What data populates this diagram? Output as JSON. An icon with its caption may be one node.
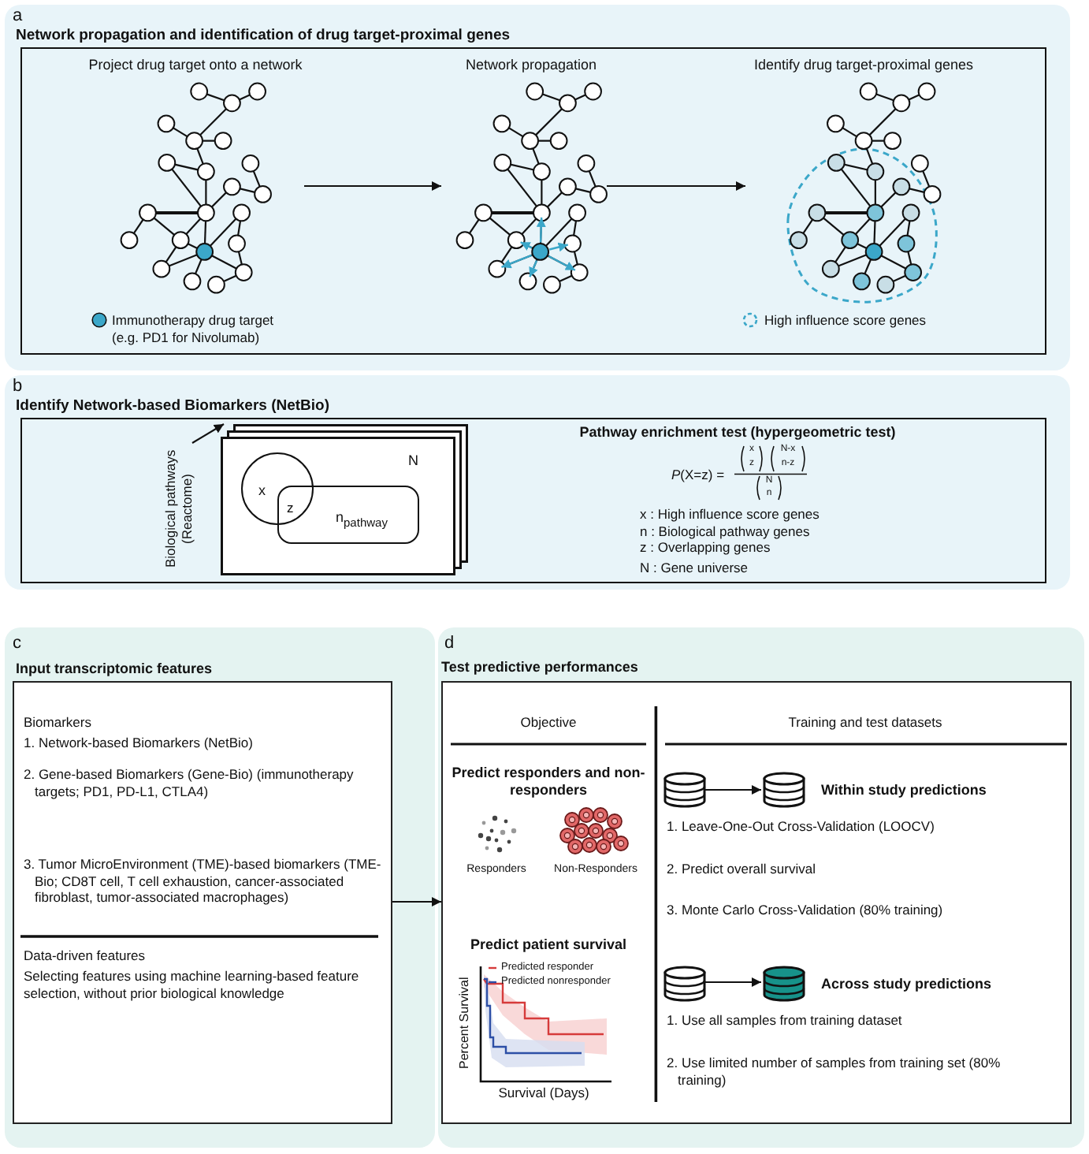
{
  "diagram": {
    "nodes": [
      {
        "text": [
          "a",
          "Network propagation and identification of drug target-proximal genes"
        ]
      },
      {
        "text": [
          "Project drug target onto a network"
        ],
        "in": 0
      },
      {
        "text": [
          "Network propagation"
        ],
        "in": 0
      },
      {
        "text": [
          "Identify drug target-proximal genes"
        ],
        "in": 0
      },
      {
        "text": [
          "b",
          "Identify Network-based Biomarkers (NetBio)"
        ]
      },
      {
        "text": [
          "N"
        ],
        "in": 4
      },
      {
        "text": [
          "x"
        ],
        "in": 5
      },
      {
        "text": [
          "n$_{pathway}$"
        ],
        "in": 5
      },
      {
        "text": [
          "Biological pathways (Reactome)"
        ],
        "in": 4
      },
      {
        "text": [
          "c",
          "Input transcriptomic features"
        ]
      },
      {
        "text": [
          "Biomarkers",
          "1. Network-based Biomarkers (NetBio)",
          "2. Gene-based Biomarkers (Gene-Bio) (immunotherapy targets; PD1, PD-L1, CTLA4)",
          "3. Tumor MicroEnvironment (TME)-based biomarkers (TME-Bio; CD8T cell, T cell exhaustion, cancer-associated fibroblast, tumor-associated macrophages)",
          "Data-driven features",
          "Selecting features using machine learning-based feature selection, without prior biological knowledge"
        ],
        "in": 9
      },
      {
        "text": [
          "d",
          "Test predictive performances"
        ]
      },
      {
        "text": [
          "Objective",
          "Predict responders and non-responders",
          "Predict patient survival",
          "Training and test datasets",
          "Within study predictions",
          "1. Leave-One-Out Cross-Validation (LOOCV)",
          "2. Predict overall survival",
          "3. Monte Carlo Cross-Validation (80% training)",
          "Across study predictions",
          "1. Use all samples from training dataset",
          "2. Use limited number of samples from training set (80% training)"
        ],
        "in": 11
      },
      {
        "text": [],
        "shape": "cylinder",
        "in": 12
      },
      {
        "text": [],
        "shape": "cylinder",
        "in": 12
      },
      {
        "text": [],
        "shape": "cylinder",
        "in": 12
      },
      {
        "text": [],
        "shape": "cylinder",
        "in": 12
      }
    ],
    "edges": [
      {
        "from": 1,
        "to": 2,
        "arrow": "to"
      },
      {
        "from": 2,
        "to": 3,
        "arrow": "to"
      },
      {
        "from": 8,
        "to": 5,
        "arrow": "to"
      },
      {
        "from": 10,
        "to": 12,
        "arrow": "to"
      },
      {
        "from": 13,
        "to": 14,
        "arrow": "to"
      },
      {
        "from": 15,
        "to": 16,
        "arrow": "to"
      }
    ],
    "labels": [
      "z",
      "Pathway enrichment test (hypergeometric test)",
      "*P*(X=z) =",
      "x",
      "z",
      "N-x",
      "n-z",
      "N",
      "n",
      "x : High influence score genes",
      "n : Biological pathway genes",
      "z : Overlapping genes",
      "N : Gene universe",
      "Responders",
      "Non-Responders",
      "Percent Survival",
      "Survival (Days)"
    ],
    "legend": [
      {
        "text": "Immunotherapy drug target (e.g. PD1 for Nivolumab)",
        "color": "#3ba7c9"
      },
      {
        "text": "High influence score genes"
      },
      {
        "text": "Predicted responder"
      },
      {
        "text": "Predicted nonresponder"
      }
    ]
  }
}
